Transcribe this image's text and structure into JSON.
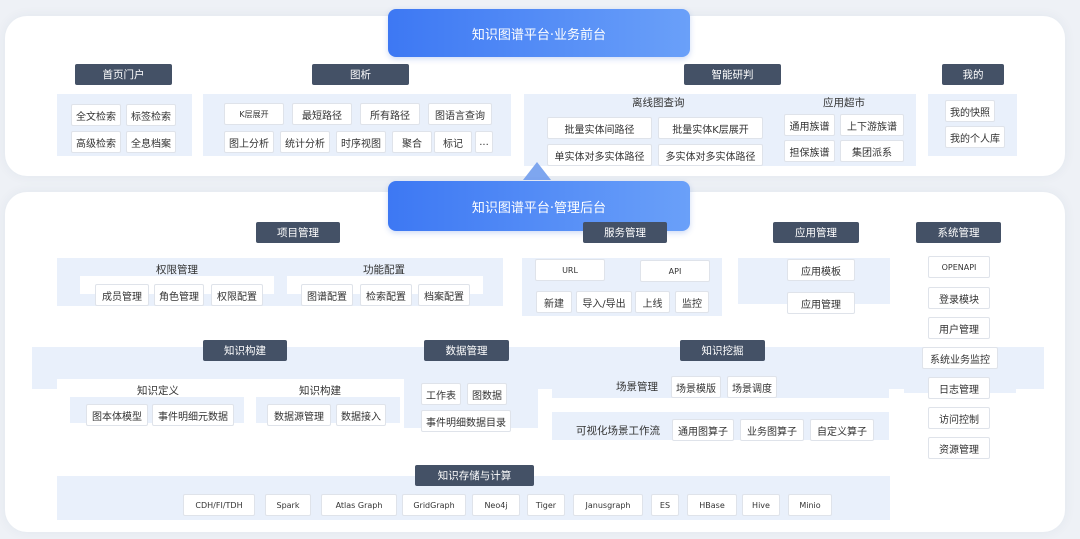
{
  "top_banner": "知识图谱平台·业务前台",
  "mid_banner": "知识图谱平台·管理后台",
  "front": {
    "home": {
      "title": "首页门户",
      "items": [
        "全文检索",
        "标签检索",
        "高级检索",
        "全息档案"
      ]
    },
    "analysis": {
      "title": "图析",
      "items": [
        "K层展开",
        "最短路径",
        "所有路径",
        "图语言查询",
        "图上分析",
        "统计分析",
        "时序视图",
        "聚合",
        "标记",
        "..."
      ]
    },
    "smart": {
      "title": "智能研判",
      "offline": {
        "label": "离线图查询",
        "items": [
          "批量实体间路径",
          "批量实体K层展开",
          "单实体对多实体路径",
          "多实体对多实体路径"
        ]
      },
      "apps": {
        "label": "应用超市",
        "items": [
          "通用族谱",
          "上下游族谱",
          "担保族谱",
          "集团派系"
        ]
      }
    },
    "mine": {
      "title": "我的",
      "items": [
        "我的快照",
        "我的个人库"
      ]
    }
  },
  "back": {
    "project": {
      "title": "项目管理",
      "perm": {
        "label": "权限管理",
        "items": [
          "成员管理",
          "角色管理",
          "权限配置"
        ]
      },
      "func": {
        "label": "功能配置",
        "items": [
          "图谱配置",
          "检索配置",
          "档案配置"
        ]
      }
    },
    "service": {
      "title": "服务管理",
      "items": [
        "URL",
        "API",
        "新建",
        "导入/导出",
        "上线",
        "监控"
      ]
    },
    "app": {
      "title": "应用管理",
      "items": [
        "应用模板",
        "应用管理"
      ]
    },
    "system": {
      "title": "系统管理",
      "items": [
        "OPENAPI",
        "登录模块",
        "用户管理",
        "系统业务监控",
        "日志管理",
        "访问控制",
        "资源管理"
      ]
    },
    "build": {
      "title": "知识构建",
      "def": {
        "label": "知识定义",
        "items": [
          "图本体模型",
          "事件明细元数据"
        ]
      },
      "con": {
        "label": "知识构建",
        "items": [
          "数据源管理",
          "数据接入"
        ]
      }
    },
    "data": {
      "title": "数据管理",
      "items": [
        "工作表",
        "图数据",
        "事件明细数据目录"
      ]
    },
    "mining": {
      "title": "知识挖掘",
      "scene": {
        "label": "场景管理",
        "items": [
          "场景模版",
          "场景调度"
        ]
      },
      "viz": {
        "label": "可视化场景工作流",
        "items": [
          "通用图算子",
          "业务图算子",
          "自定义算子"
        ]
      }
    },
    "storage": {
      "title": "知识存储与计算",
      "items": [
        "CDH/FI/TDH",
        "Spark",
        "Atlas Graph",
        "GridGraph",
        "Neo4j",
        "Tiger",
        "Janusgraph",
        "ES",
        "HBase",
        "Hive",
        "Minio"
      ]
    }
  },
  "colors": {
    "banner_start": "#3d78f3",
    "banner_end": "#6aa0f9",
    "header": "#445166",
    "band": "#e9f0fb",
    "background": "#eef1f6"
  }
}
